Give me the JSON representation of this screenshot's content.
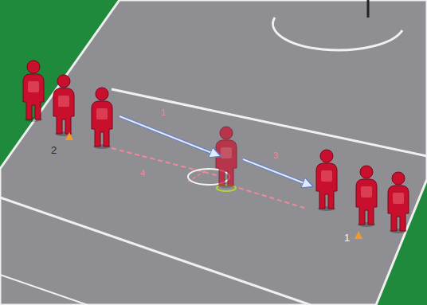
{
  "diagram": {
    "labels": [
      "2",
      "1",
      "1",
      "3",
      "4"
    ]
  }
}
